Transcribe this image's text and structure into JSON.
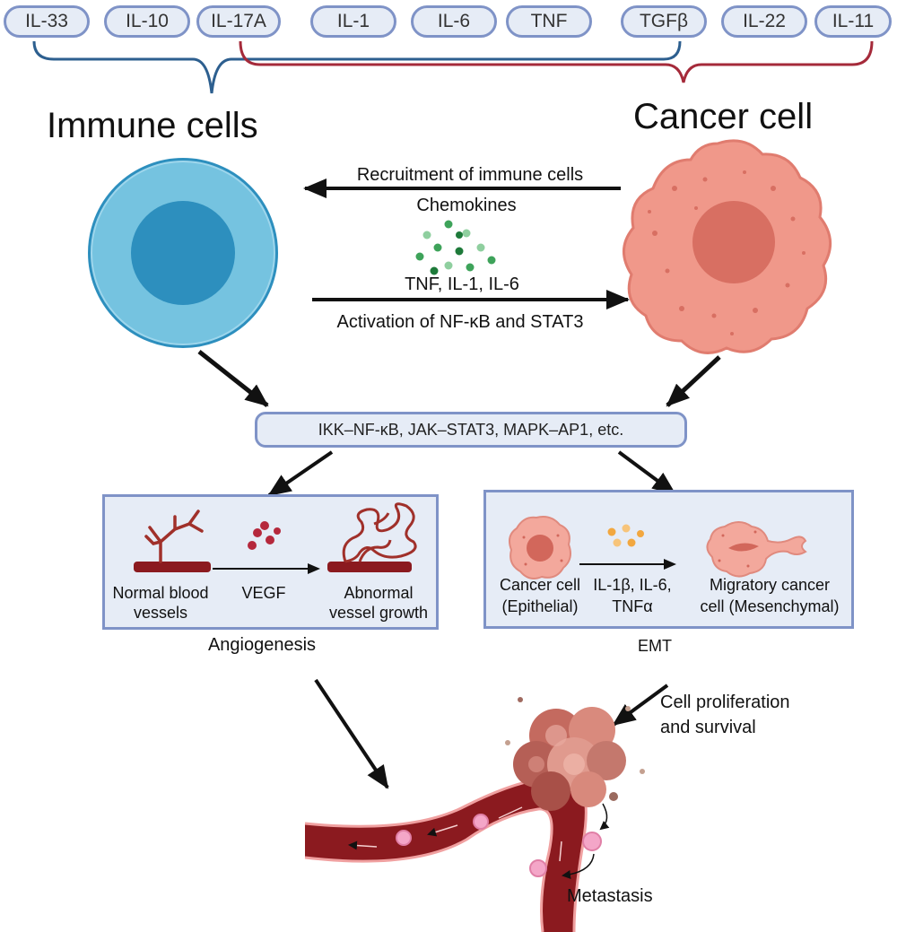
{
  "cytokines": [
    "IL-33",
    "IL-10",
    "IL-17A",
    "IL-1",
    "IL-6",
    "TNF",
    "TGFβ",
    "IL-22",
    "IL-11"
  ],
  "colors": {
    "immune_brace": "#2d5f8f",
    "cancer_brace": "#a52a3a",
    "pill_border": "#7f93c7",
    "pill_fill": "#e6ecf6",
    "immune_outer": "#75c3e0",
    "immune_inner": "#2d8fbe",
    "cancer_fill": "#f0988a",
    "cancer_nucleus": "#d86f62",
    "vessel": "#8b1a1f"
  },
  "labels": {
    "immune_cells": "Immune cells",
    "cancer_cell": "Cancer cell",
    "recruitment": "Recruitment of immune cells",
    "chemokines": "Chemokines",
    "tnf_il": "TNF, IL-1, IL-6",
    "activation": "Activation of NF-κB and STAT3",
    "pathways": "IKK–NF-κB, JAK–STAT3, MAPK–AP1, etc.",
    "normal_vessels_1": "Normal blood",
    "normal_vessels_2": "vessels",
    "vegf": "VEGF",
    "abnormal_1": "Abnormal",
    "abnormal_2": "vessel growth",
    "angiogenesis": "Angiogenesis",
    "cancer_cell_small": "Cancer cell",
    "epithelial": "(Epithelial)",
    "il_list_1": "IL-1β, IL-6,",
    "il_list_2": "TNFα",
    "migratory_1": "Migratory cancer",
    "migratory_2": "cell (Mesenchymal)",
    "emt": "EMT",
    "proliferation_1": "Cell proliferation",
    "proliferation_2": "and survival",
    "metastasis": "Metastasis"
  }
}
